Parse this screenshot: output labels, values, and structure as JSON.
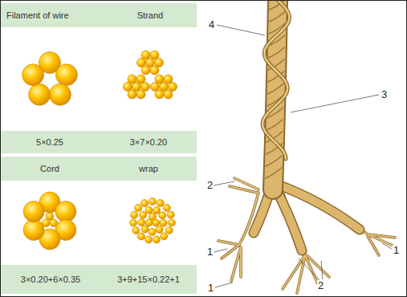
{
  "diagram": {
    "labels": [
      "Filament of wire",
      "Strand",
      "5×0.25",
      "3×7×0.20",
      "Cord",
      "wrap",
      "3×0.20+6×0.35",
      "3+9+15×0.22+1",
      "4",
      "3",
      "2",
      "1",
      "1",
      "2",
      "1"
    ]
  }
}
